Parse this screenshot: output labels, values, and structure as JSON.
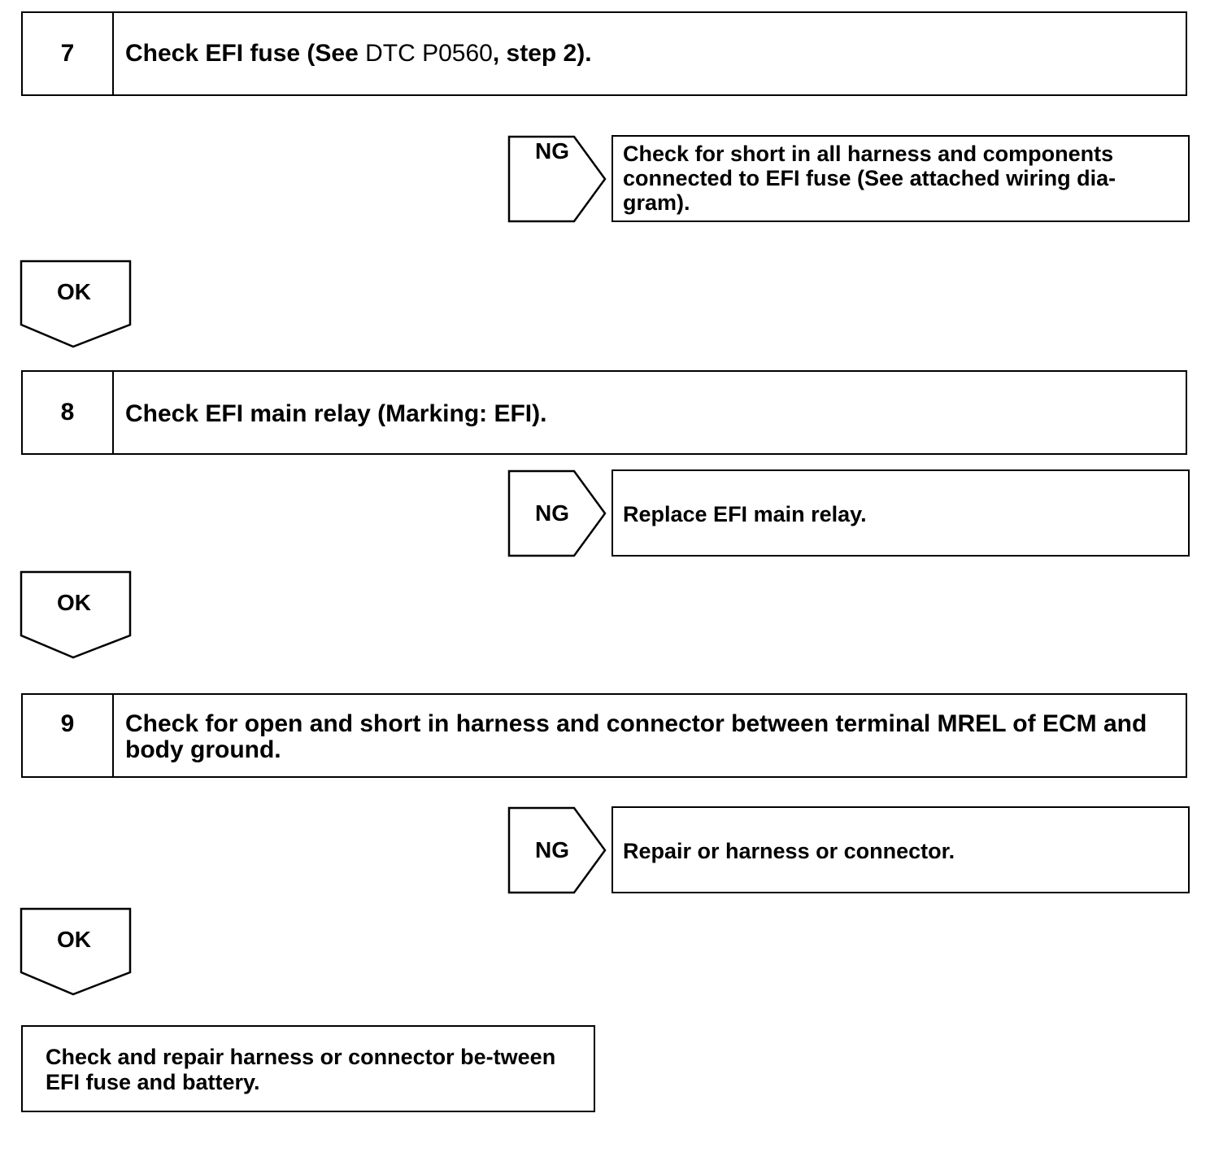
{
  "steps": [
    {
      "number": "7",
      "text_before": "Check EFI fuse (See ",
      "dtc": "DTC P0560",
      "text_after": ", step 2).",
      "ng_label": "NG",
      "ng_action": "Check for short in all harness and components connected to EFI fuse (See attached wiring dia-gram).",
      "ok_label": "OK"
    },
    {
      "number": "8",
      "text": "Check EFI main relay (Marking: EFI).",
      "ng_label": "NG",
      "ng_action": "Replace EFI main relay.",
      "ok_label": "OK"
    },
    {
      "number": "9",
      "text": "Check for open and short in harness and connector between terminal MREL of ECM and body ground.",
      "ng_label": "NG",
      "ng_action": "Repair or harness or connector.",
      "ok_label": "OK"
    }
  ],
  "final_action": "Check and repair harness or connector be-tween EFI fuse and battery.",
  "colors": {
    "line": "#000000",
    "background": "#ffffff"
  }
}
